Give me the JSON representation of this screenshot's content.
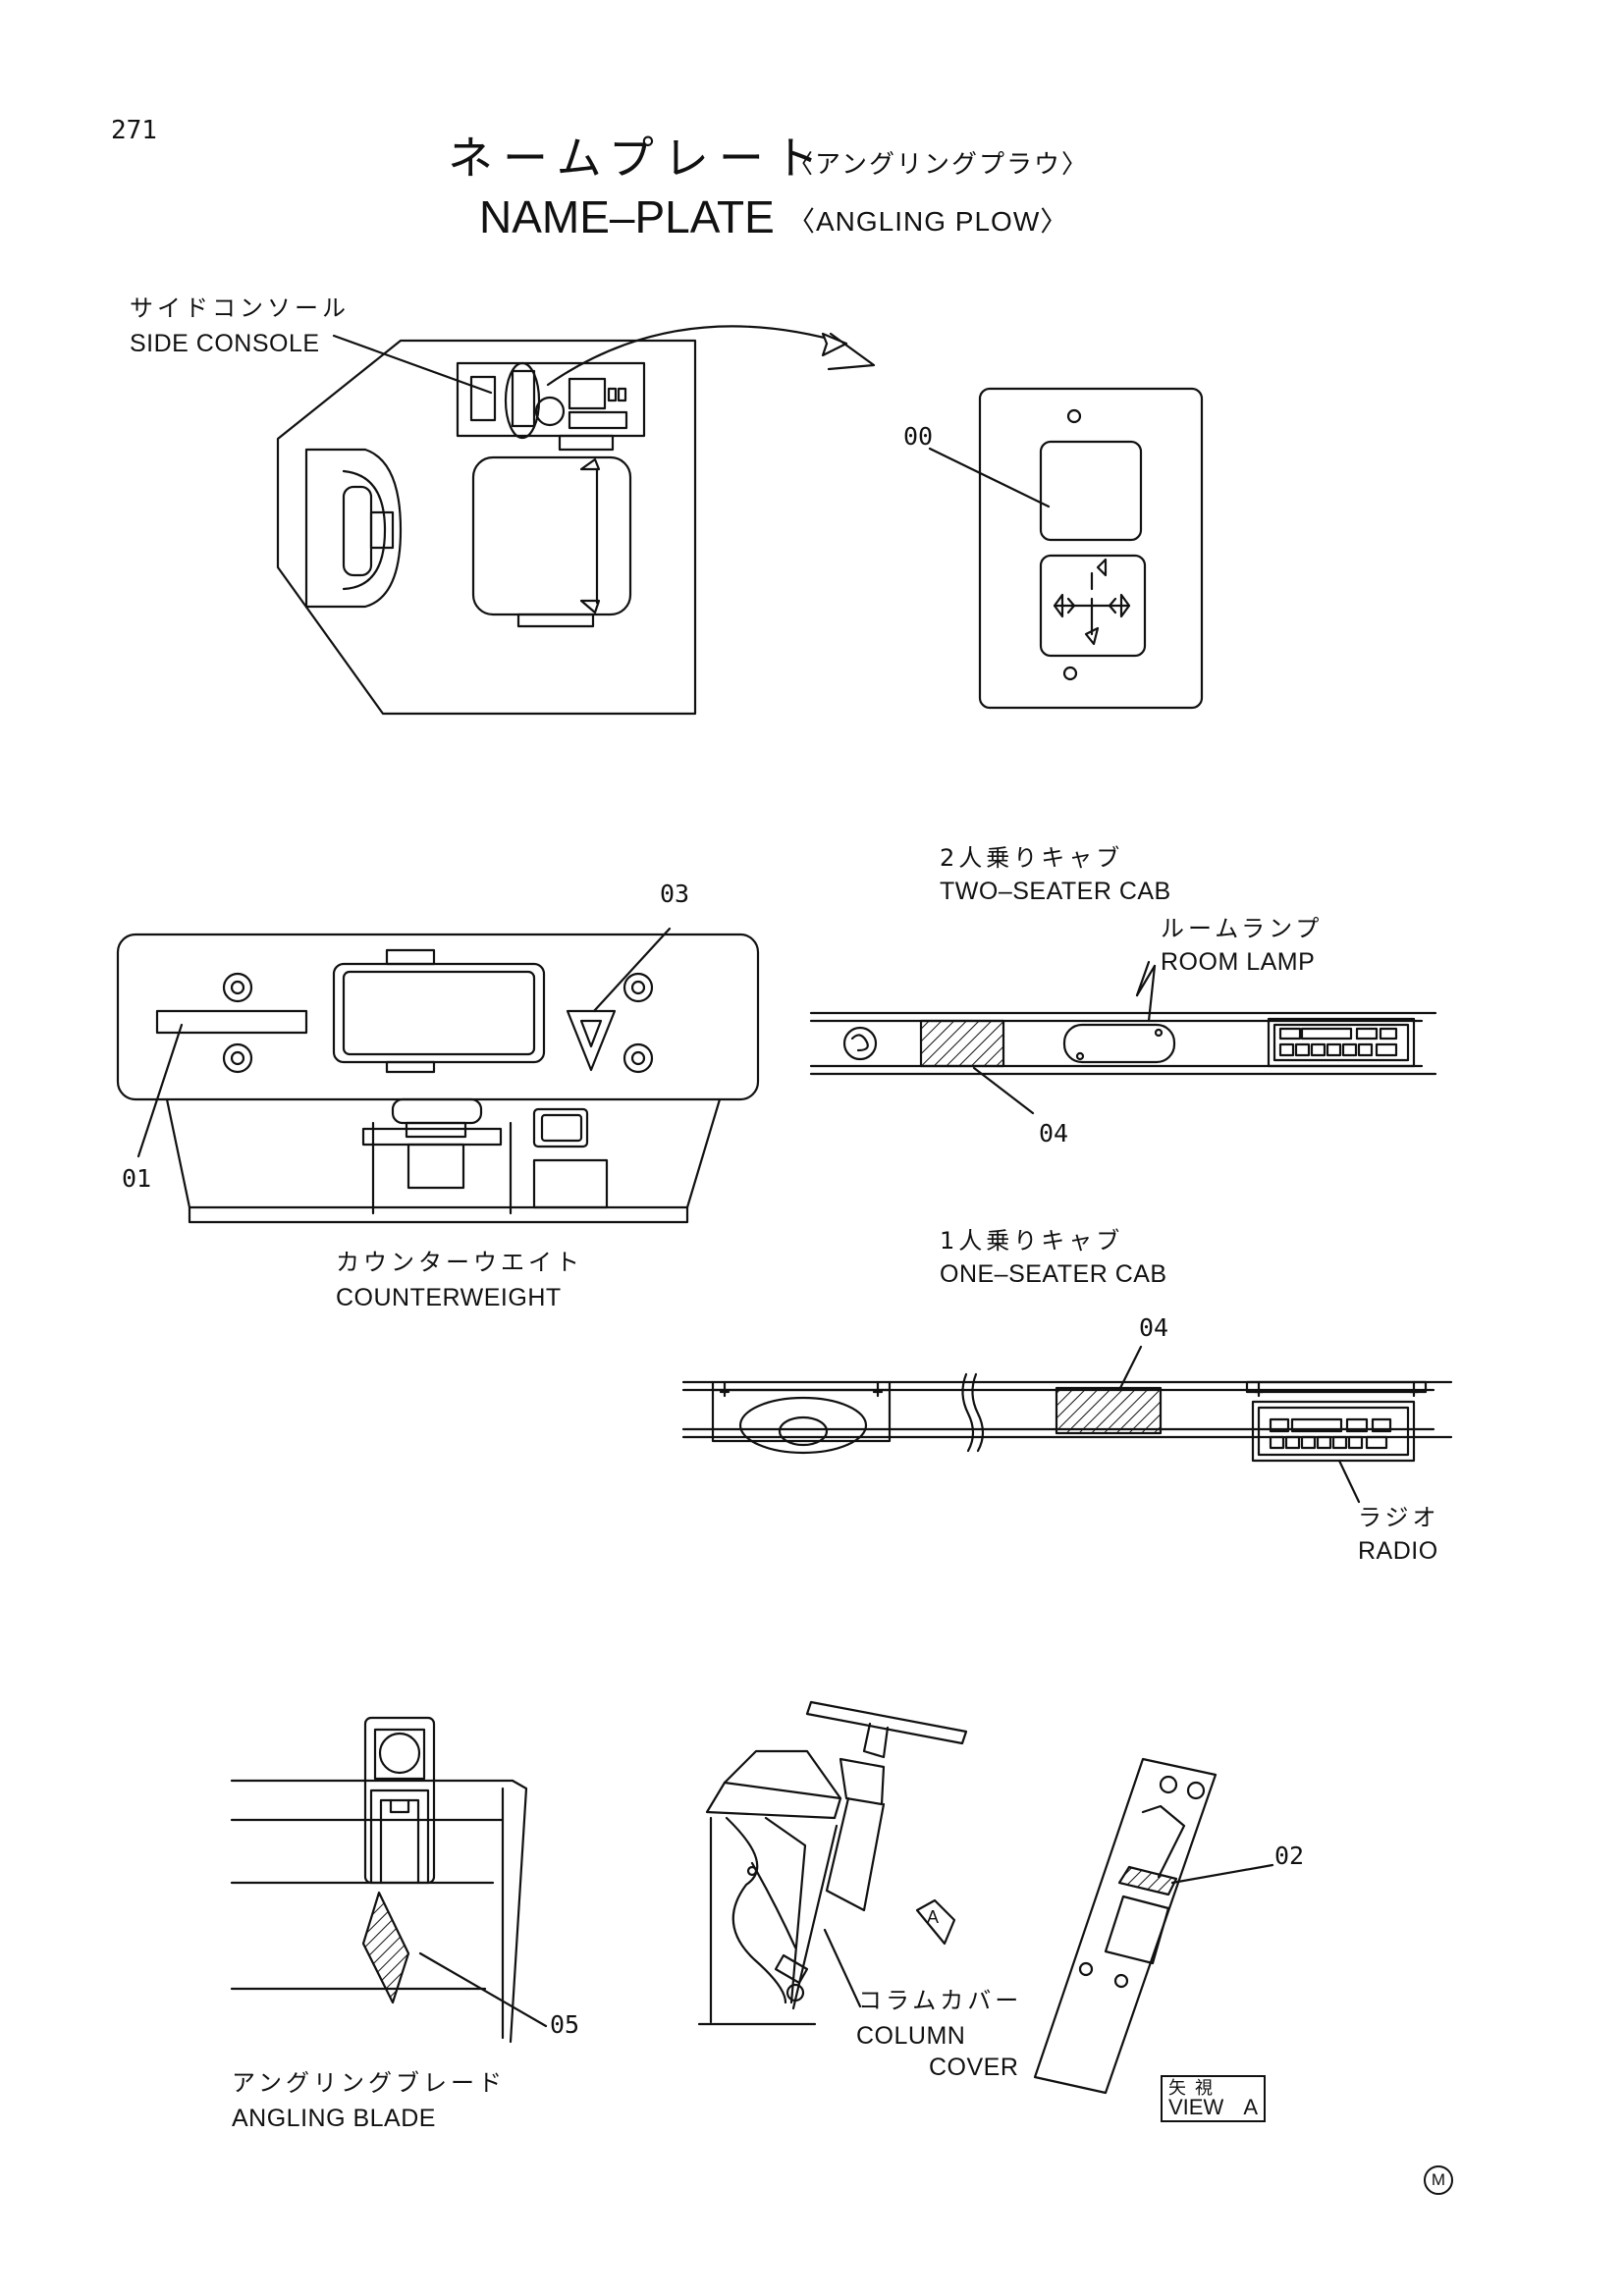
{
  "page": {
    "number": "271",
    "title_jp": "ネームプレート",
    "subtitle_jp": "〈アングリングプラウ〉",
    "title_en": "NAME–PLATE",
    "subtitle_en": "〈ANGLING PLOW〉",
    "mark": "M"
  },
  "callouts": {
    "c00": "00",
    "c01": "01",
    "c02": "02",
    "c03": "03",
    "c04_top": "04",
    "c04_bottom": "04",
    "c05": "05"
  },
  "labels": {
    "side_console_jp": "サイドコンソール",
    "side_console_en": "SIDE CONSOLE",
    "counterweight_jp": "カウンターウエイト",
    "counterweight_en": "COUNTERWEIGHT",
    "two_seater_jp": "2人乗りキャブ",
    "two_seater_en": "TWO–SEATER CAB",
    "room_lamp_jp": "ルームランプ",
    "room_lamp_en": "ROOM LAMP",
    "one_seater_jp": "1人乗りキャブ",
    "one_seater_en": "ONE–SEATER CAB",
    "radio_jp": "ラジオ",
    "radio_en": "RADIO",
    "angling_blade_jp": "アングリングブレード",
    "angling_blade_en": "ANGLING BLADE",
    "column_cover_jp": "コラムカバー",
    "column_cover_en1": "COLUMN",
    "column_cover_en2": "COVER",
    "view_jp": "矢 視",
    "view_en": "VIEW",
    "view_letter": "A",
    "arrow_letter": "A"
  }
}
